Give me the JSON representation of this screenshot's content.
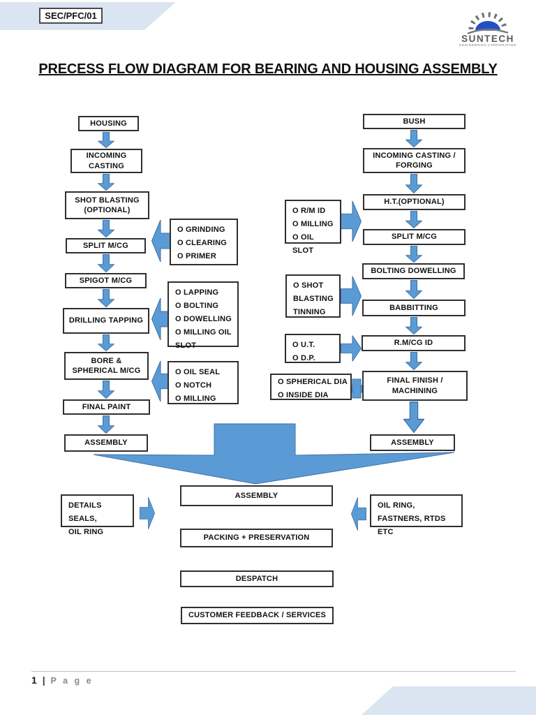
{
  "header": {
    "doc_code": "SEC/PFC/01",
    "title": "PRECESS FLOW DIAGRAM FOR BEARING AND HOUSING ASSEMBLY",
    "logo": {
      "name": "SUNTECH",
      "subtitle": "ENGINEERING CORPORATION"
    }
  },
  "housing_line": {
    "boxes": [
      "HOUSING",
      "INCOMING CASTING",
      "SHOT BLASTING (OPTIONAL)",
      "SPLIT M/CG",
      "SPIGOT M/CG",
      "DRILLING TAPPING",
      "BORE & SPHERICAL M/CG",
      "FINAL PAINT",
      "ASSEMBLY"
    ]
  },
  "bush_line": {
    "boxes": [
      "BUSH",
      "INCOMING CASTING / FORGING",
      "H.T.(OPTIONAL)",
      "SPLIT M/CG",
      "BOLTING DOWELLING",
      "BABBITTING",
      "R.M/CG ID",
      "FINAL FINISH / MACHINING",
      "ASSEMBLY"
    ]
  },
  "housing_notes": [
    {
      "lines": [
        "O GRINDING",
        "O CLEARING",
        "O PRIMER"
      ]
    },
    {
      "lines": [
        "O LAPPING",
        "O BOLTING",
        "O DOWELLING",
        "O MILLING OIL SLOT"
      ]
    },
    {
      "lines": [
        "O OIL SEAL",
        "O NOTCH",
        "O MILLING"
      ]
    }
  ],
  "bush_notes": [
    {
      "lines": [
        "O R/M ID",
        "O MILLING",
        "O OIL SLOT"
      ]
    },
    {
      "lines": [
        "O SHOT BLASTING TINNING"
      ]
    },
    {
      "lines": [
        "O U.T.",
        "O D.P."
      ]
    },
    {
      "lines": [
        "O SPHERICAL DIA",
        "O INSIDE DIA"
      ]
    }
  ],
  "final_line": {
    "boxes": [
      "ASSEMBLY",
      "PACKING + PRESERVATION",
      "DESPATCH",
      "CUSTOMER FEEDBACK / SERVICES"
    ]
  },
  "side_notes": {
    "left": {
      "lines": [
        "DETAILS SEALS,",
        "OIL RING"
      ]
    },
    "right": {
      "lines": [
        "OIL RING,",
        "FASTNERS, RTDS ETC"
      ]
    }
  },
  "footer": {
    "page_number": "1",
    "separator": "|",
    "page_label": "P a g e"
  },
  "colors": {
    "arrow_blue": "#5b9bd5",
    "arrow_border": "#3e6fa5",
    "banner_blue": "#dbe5f1",
    "logo_blue": "#2050c8"
  }
}
